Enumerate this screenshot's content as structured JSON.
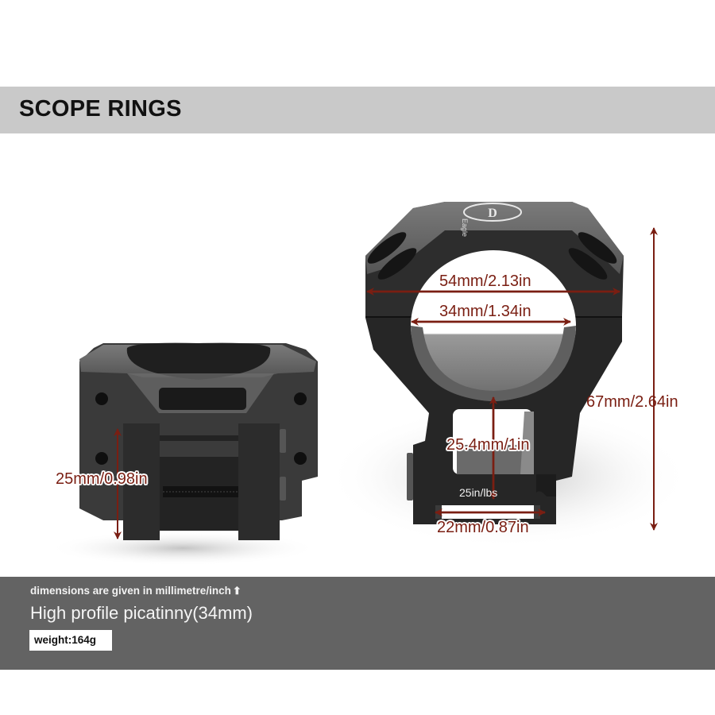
{
  "header": {
    "title": "SCOPE RINGS"
  },
  "product": {
    "logo_text": "D",
    "side_engraving": "Eagle",
    "torque_label": "25in/lbs"
  },
  "dimensions": {
    "outer_width": "54mm/2.13in",
    "tube_diameter": "34mm/1.34in",
    "center_height": "25.4mm/1in",
    "base_width": "22mm/0.87in",
    "total_height": "67mm/2.64in",
    "ring_width": "25mm/0.98in"
  },
  "footer": {
    "note": "dimensions are given in millimetre/inch",
    "note_icon": "up-arrow-icon",
    "model": "High profile picatinny(34mm)",
    "weight": "weight:164g"
  },
  "colors": {
    "header_bg": "#c9c9c9",
    "footer_bg": "#636363",
    "dimension_color": "#7a1e12",
    "metal_dark": "#2a2a2a",
    "metal_mid": "#5a5a5a"
  }
}
